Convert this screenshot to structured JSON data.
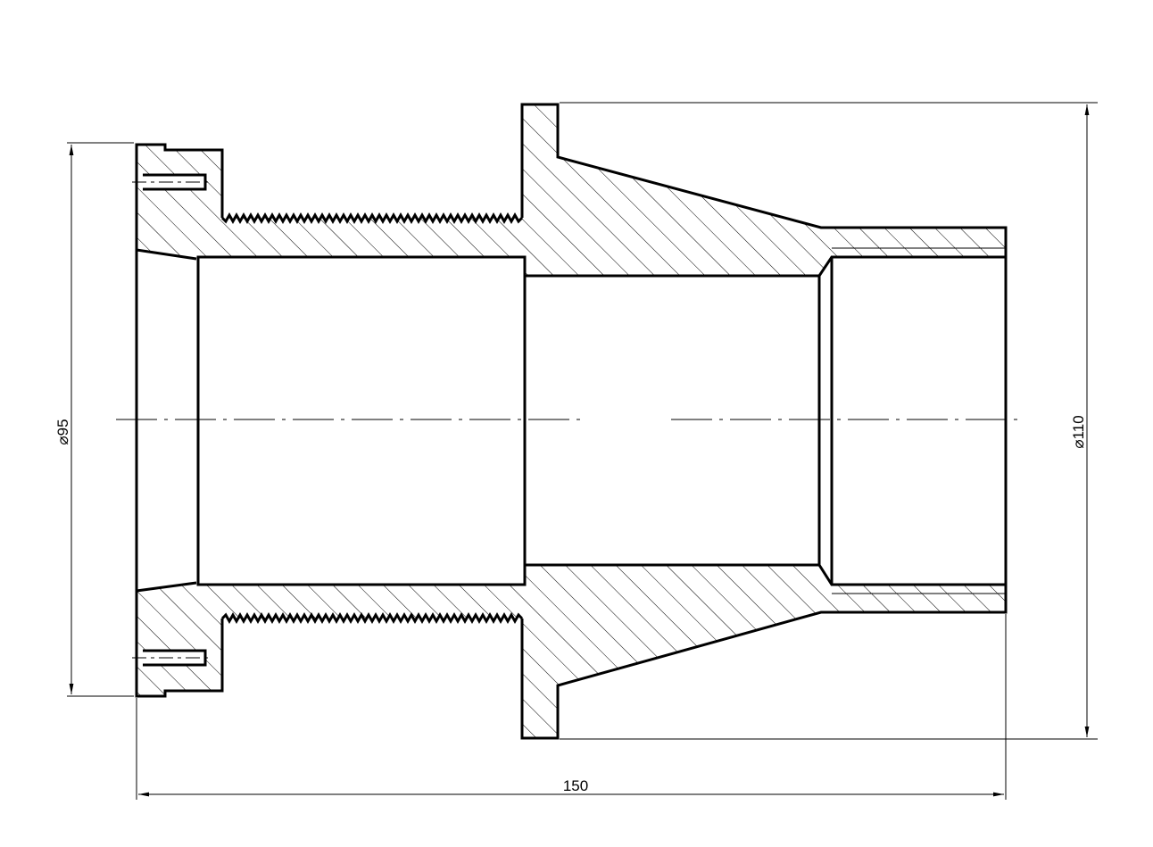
{
  "dimensions": {
    "diameter_left": "95",
    "diameter_right": "110",
    "length_bottom": "150"
  },
  "symbols": {
    "diameter": "⌀"
  }
}
